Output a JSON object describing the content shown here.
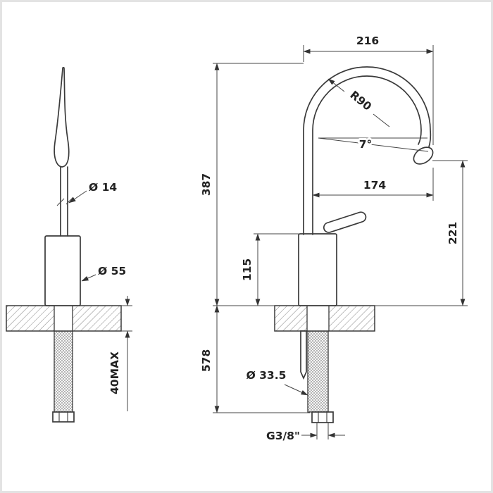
{
  "page": {
    "background": "#ffffff",
    "line_color": "#3a3a3a",
    "frame_color": "#e3e3e3"
  },
  "views": {
    "side": {
      "labels": {
        "spout_diameter": "Ø 14",
        "body_diameter": "Ø 55",
        "deck_thickness_max": "40MAX"
      }
    },
    "front": {
      "labels": {
        "overall_width": "216",
        "bend_radius": "R90",
        "outlet_angle": "7°",
        "spout_reach": "174",
        "height_above_deck": "387",
        "outlet_height": "221",
        "body_height": "115",
        "below_deck_length": "578",
        "base_diameter": "Ø 33.5",
        "connection_thread": "G3/8\""
      }
    }
  }
}
